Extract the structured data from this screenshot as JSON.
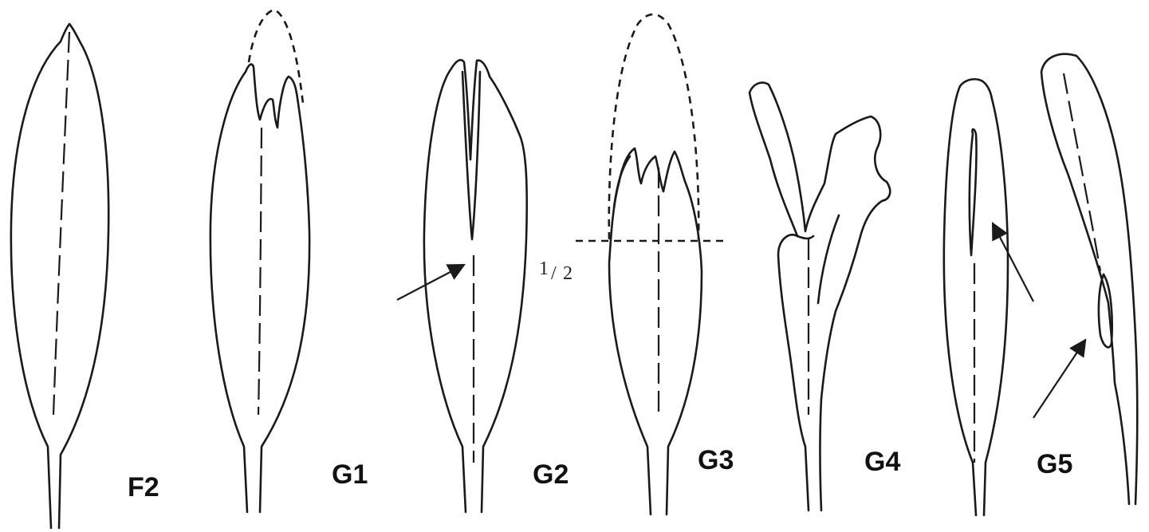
{
  "labels": {
    "f2": "F2",
    "g1": "G1",
    "g2": "G2",
    "g3": "G3",
    "g4": "G4",
    "g5": "G5"
  },
  "annotations": {
    "half_num": "1",
    "half_den": "2"
  },
  "colors": {
    "stroke": "#1a1a1a",
    "background": "#ffffff"
  }
}
